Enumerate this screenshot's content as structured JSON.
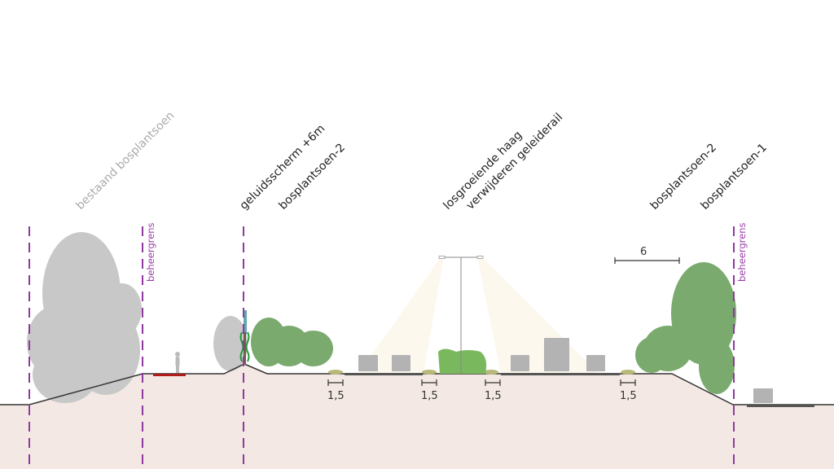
{
  "labels": {
    "existing_woodland": "bestaand bosplantsoen",
    "noise_barrier": "geluidsscherm +6m",
    "woodland_2_left": "bosplantsoen-2",
    "loose_hedge": "losgroeiende haag",
    "remove_guardrail": "verwijderen geleiderail",
    "woodland_2_right": "bosplantsoen-2",
    "woodland_1": "bosplantsoen-1"
  },
  "boundaries": {
    "left": "beheergrens",
    "right": "beheergrens"
  },
  "dimensions": {
    "d1": "1,5",
    "d2": "1,5",
    "d3": "1,5",
    "d4": "1,5",
    "scale": "6"
  },
  "colors": {
    "ground": "#f3e8e3",
    "boundary": "#8e3a9e",
    "green": "#7aaa6e",
    "grey_tree": "#c8c8c8",
    "vehicle": "#b3b3b3"
  }
}
